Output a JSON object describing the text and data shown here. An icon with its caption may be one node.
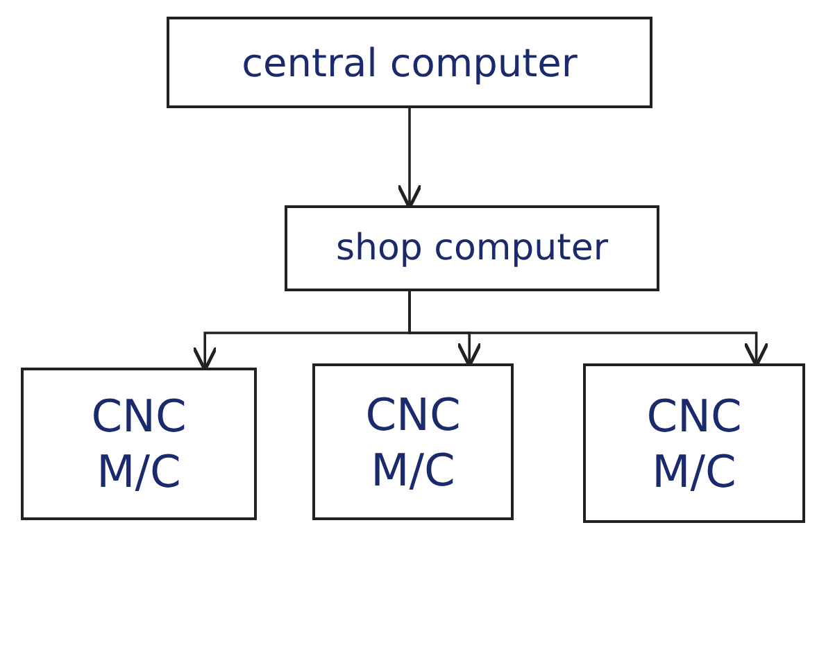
{
  "diagram": {
    "nodes": [
      {
        "text": [
          "central computer"
        ]
      },
      {
        "text": [
          "shop computer"
        ]
      },
      {
        "text": [
          "CNC M/C"
        ]
      },
      {
        "text": [
          "CNC M/C"
        ]
      },
      {
        "text": [
          "CNC M/C"
        ]
      }
    ],
    "edges": [
      {
        "from": 0,
        "to": 1,
        "arrow": "to"
      },
      {
        "from": 1,
        "to": 2,
        "arrow": "to"
      },
      {
        "from": 1,
        "to": 3,
        "arrow": "to"
      },
      {
        "from": 1,
        "to": 4,
        "arrow": "to"
      }
    ]
  }
}
